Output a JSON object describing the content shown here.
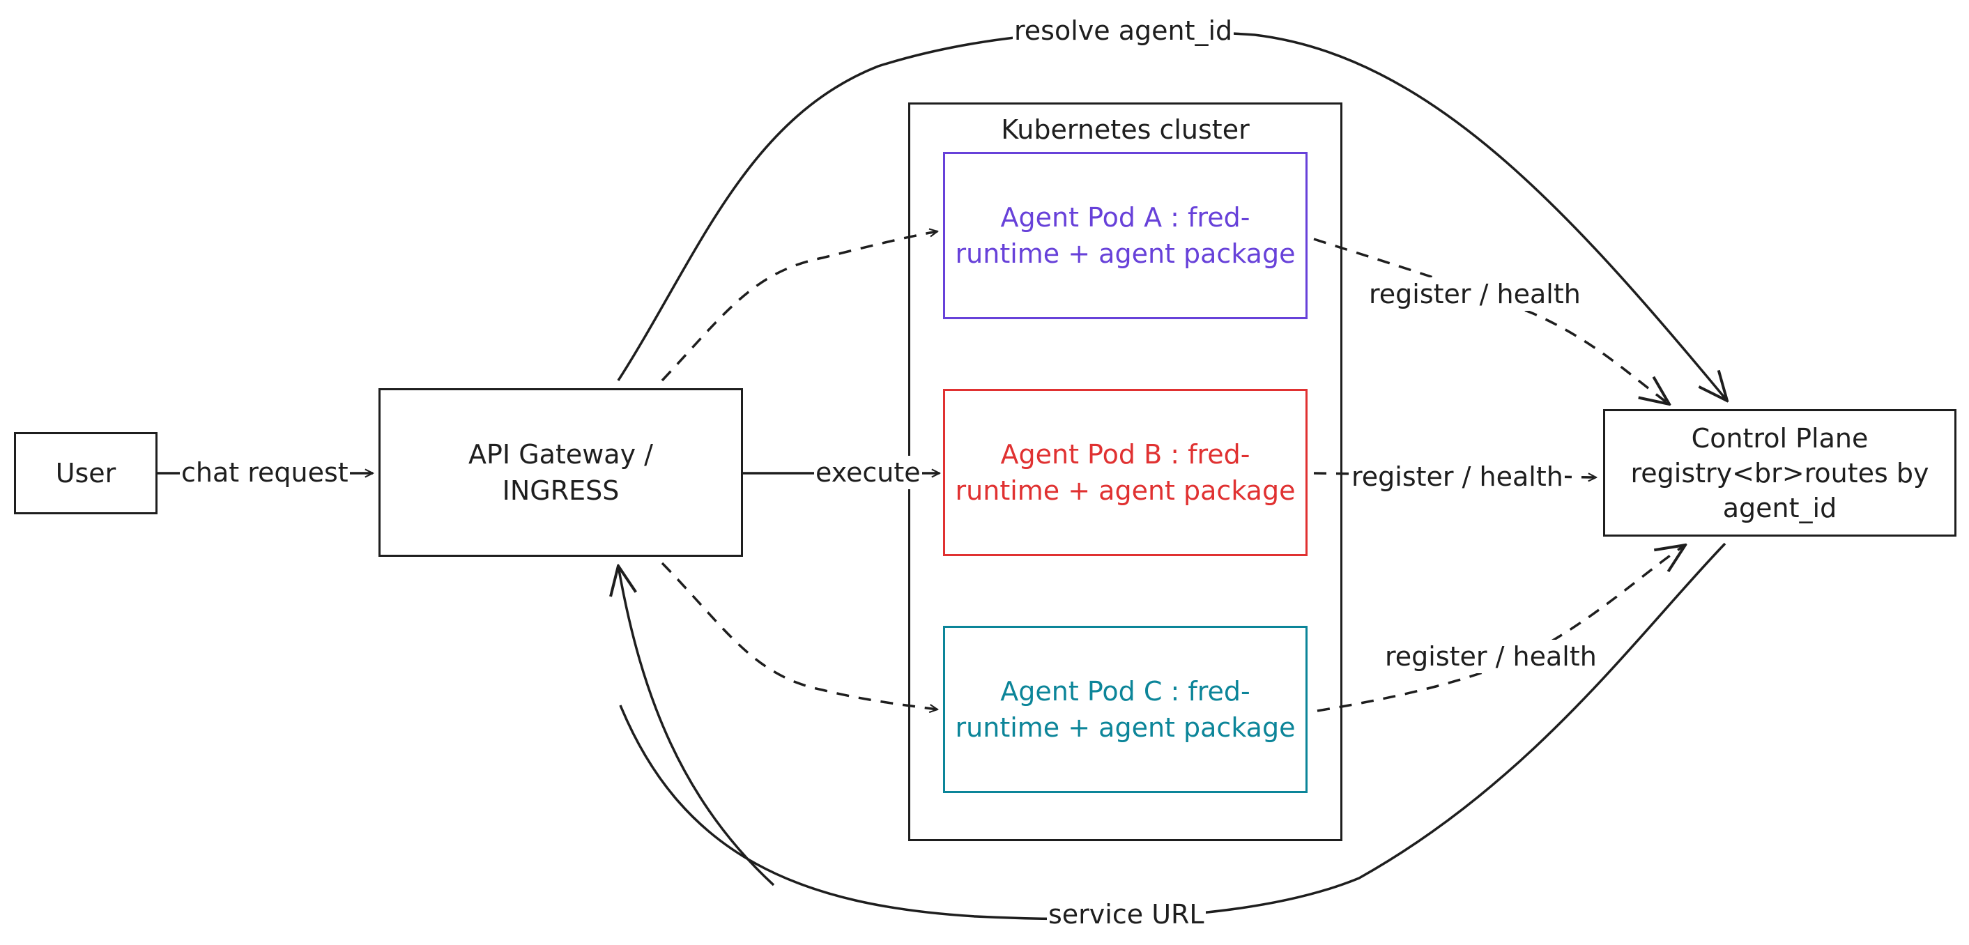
{
  "nodes": {
    "user": "User",
    "gateway": "API Gateway /\nINGRESS",
    "cluster": "Kubernetes cluster",
    "pod_a": "Agent Pod A : fred-\nruntime + agent package",
    "pod_b": "Agent Pod B : fred-\nruntime + agent package",
    "pod_c": "Agent Pod C : fred-\nruntime + agent package",
    "control_plane": "Control Plane\nregistry<br>routes by\nagent_id"
  },
  "edges": {
    "chat_request": "chat request",
    "execute": "execute",
    "resolve": "resolve agent_id",
    "service_url": "service URL",
    "register_a": "register / health",
    "register_b": "register / health",
    "register_c": "register / health"
  },
  "colors": {
    "stroke": "#1e1e1e",
    "pod_a": "#6741d9",
    "pod_b": "#e03131",
    "pod_c": "#0c8599"
  }
}
